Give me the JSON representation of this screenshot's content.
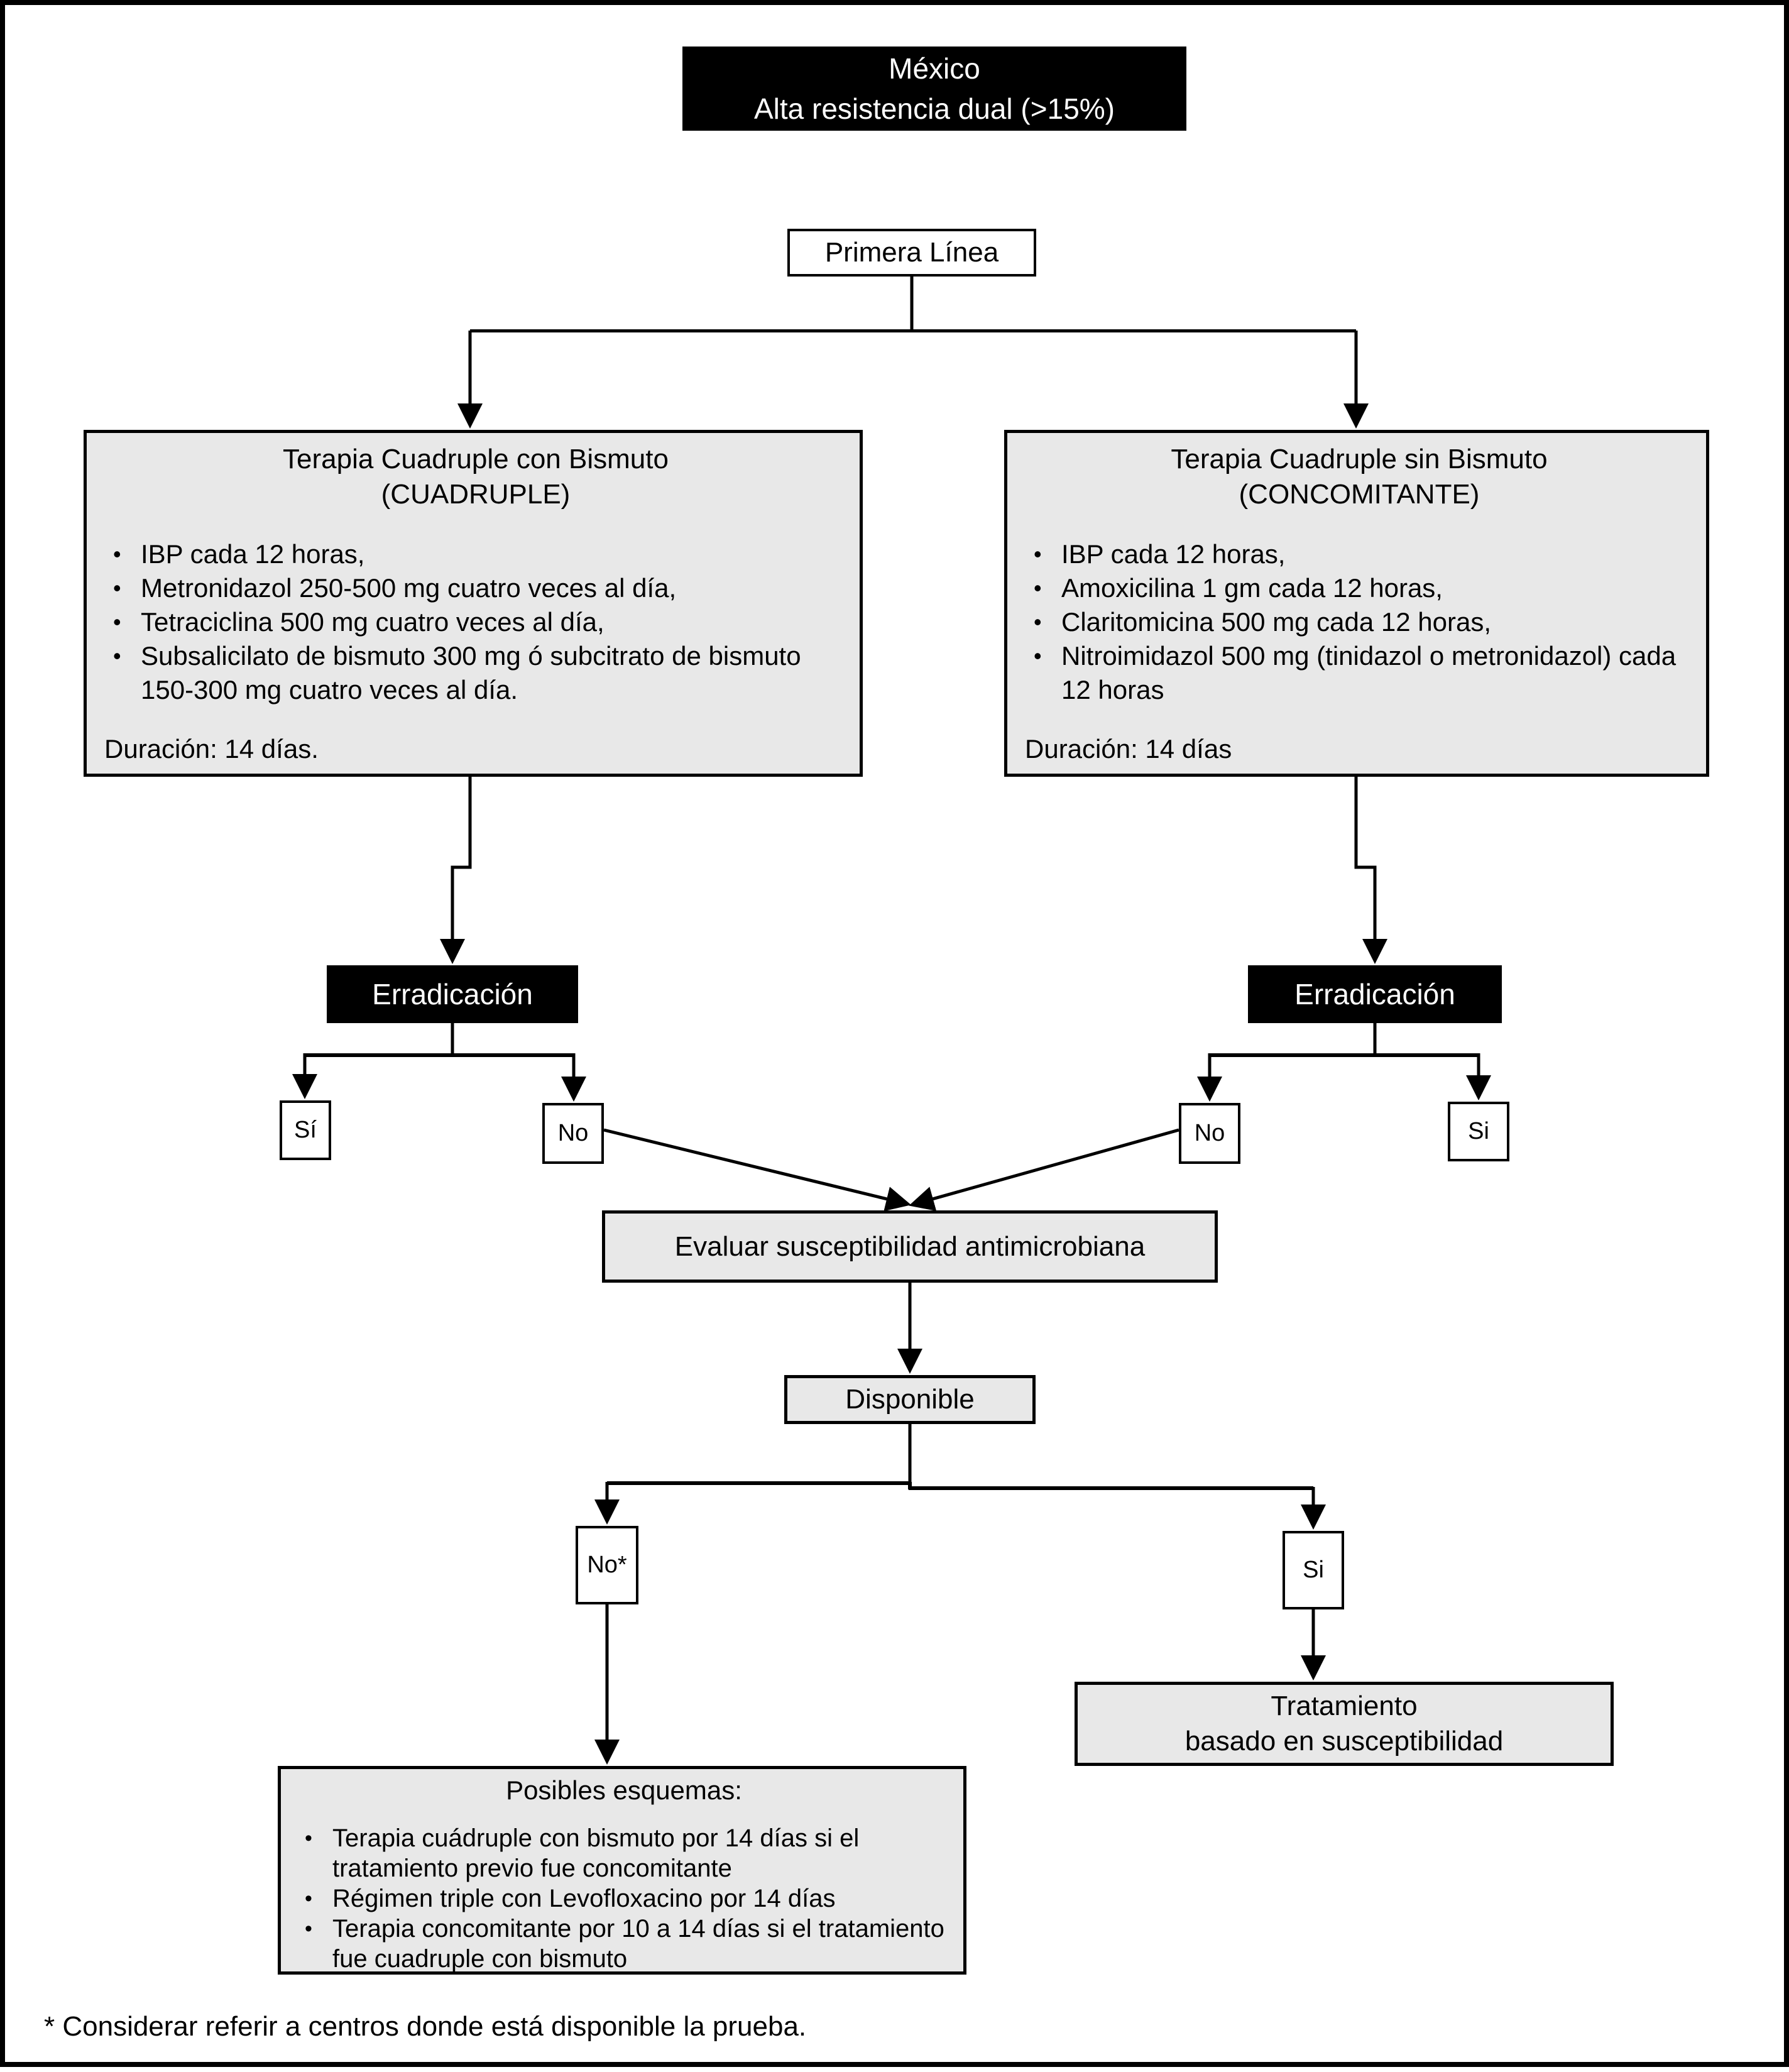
{
  "header": {
    "title_line1": "México",
    "title_line2": "Alta resistencia dual (>15%)"
  },
  "nodes": {
    "primera_linea": "Primera Línea",
    "cuadruple": {
      "title1": "Terapia Cuadruple con Bismuto",
      "title2": "(CUADRUPLE)",
      "bullets": [
        "IBP cada 12 horas,",
        "Metronidazol 250-500 mg cuatro veces al día,",
        "Tetraciclina 500 mg cuatro veces al día,",
        "Subsalicilato de bismuto 300 mg ó subcitrato de bismuto 150-300 mg cuatro veces al día."
      ],
      "duration": "Duración: 14 días."
    },
    "concomitante": {
      "title1": "Terapia Cuadruple sin Bismuto",
      "title2": "(CONCOMITANTE)",
      "bullets": [
        "IBP cada 12 horas,",
        "Amoxicilina 1 gm cada 12 horas,",
        "Claritomicina 500 mg cada 12 horas,",
        "Nitroimidazol 500 mg (tinidazol o metronidazol) cada 12 horas"
      ],
      "duration": "Duración: 14 días"
    },
    "erradicacion_left": "Erradicación",
    "erradicacion_right": "Erradicación",
    "left_yes": "Sí",
    "left_no": "No",
    "right_no": "No",
    "right_yes": "Si",
    "evaluar": "Evaluar susceptibilidad antimicrobiana",
    "disponible": "Disponible",
    "disp_no": "No*",
    "disp_yes": "Si",
    "posibles": {
      "title": "Posibles esquemas:",
      "bullets": [
        "Terapia cuádruple con bismuto por 14 días si el tratamiento previo fue concomitante",
        "Régimen triple con Levofloxacino por 14 días",
        "Terapia concomitante por 10 a 14 días si el tratamiento fue cuadruple con bismuto"
      ]
    },
    "tratamiento": {
      "line1": "Tratamiento",
      "line2": "basado en susceptibilidad"
    }
  },
  "footnote": "* Considerar referir a centros donde está disponible la prueba.",
  "colors": {
    "node_fill": "#e8e8e8",
    "accent": "#000000"
  }
}
